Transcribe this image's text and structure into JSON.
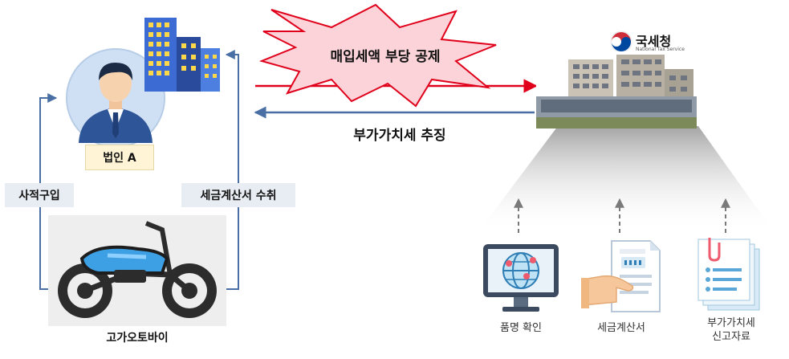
{
  "diagram": {
    "burst_text": "매입세액 부당 공제",
    "collect_text": "부가가치세 추징",
    "company_label": "법인 A",
    "purchase_label": "사적구입",
    "invoice_receive_label": "세금계산서 수취",
    "motorcycle_label": "고가오토바이",
    "agency": {
      "name_ko": "국세청",
      "name_en": "National Tax Service"
    },
    "evidence": [
      {
        "label": "품명 확인"
      },
      {
        "label": "세금계산서"
      },
      {
        "label_line1": "부가가치세",
        "label_line2": "신고자료"
      }
    ],
    "colors": {
      "red_arrow": "#e0001b",
      "blue_arrow": "#4a6fa5",
      "burst_fill": "#fbd3d9",
      "burst_stroke": "#e0001b"
    }
  }
}
